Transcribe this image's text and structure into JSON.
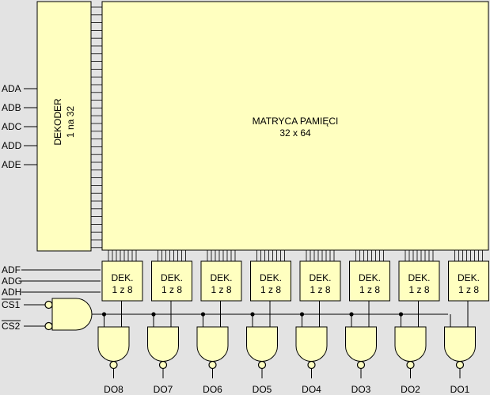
{
  "decoder": {
    "name": "DEKODER",
    "ratio": "1 na 32",
    "inputs": [
      "ADA",
      "ADB",
      "ADC",
      "ADD",
      "ADE"
    ]
  },
  "matrix": {
    "title": "MATRYCA PAMIĘCI",
    "size": "32 x 64"
  },
  "dek_inputs": [
    "ADF",
    "ADG",
    "ADH"
  ],
  "dek_blocks": [
    {
      "l1": "DEK.",
      "l2": "1 z 8"
    },
    {
      "l1": "DEK.",
      "l2": "1 z 8"
    },
    {
      "l1": "DEK.",
      "l2": "1 z 8"
    },
    {
      "l1": "DEK.",
      "l2": "1 z 8"
    },
    {
      "l1": "DEK.",
      "l2": "1 z 8"
    },
    {
      "l1": "DEK.",
      "l2": "1 z 8"
    },
    {
      "l1": "DEK.",
      "l2": "1 z 8"
    },
    {
      "l1": "DEK.",
      "l2": "1 z 8"
    }
  ],
  "cs_inputs": [
    "CS1",
    "CS2"
  ],
  "outputs": [
    "DO8",
    "DO7",
    "DO6",
    "DO5",
    "DO4",
    "DO3",
    "DO2",
    "DO1"
  ]
}
